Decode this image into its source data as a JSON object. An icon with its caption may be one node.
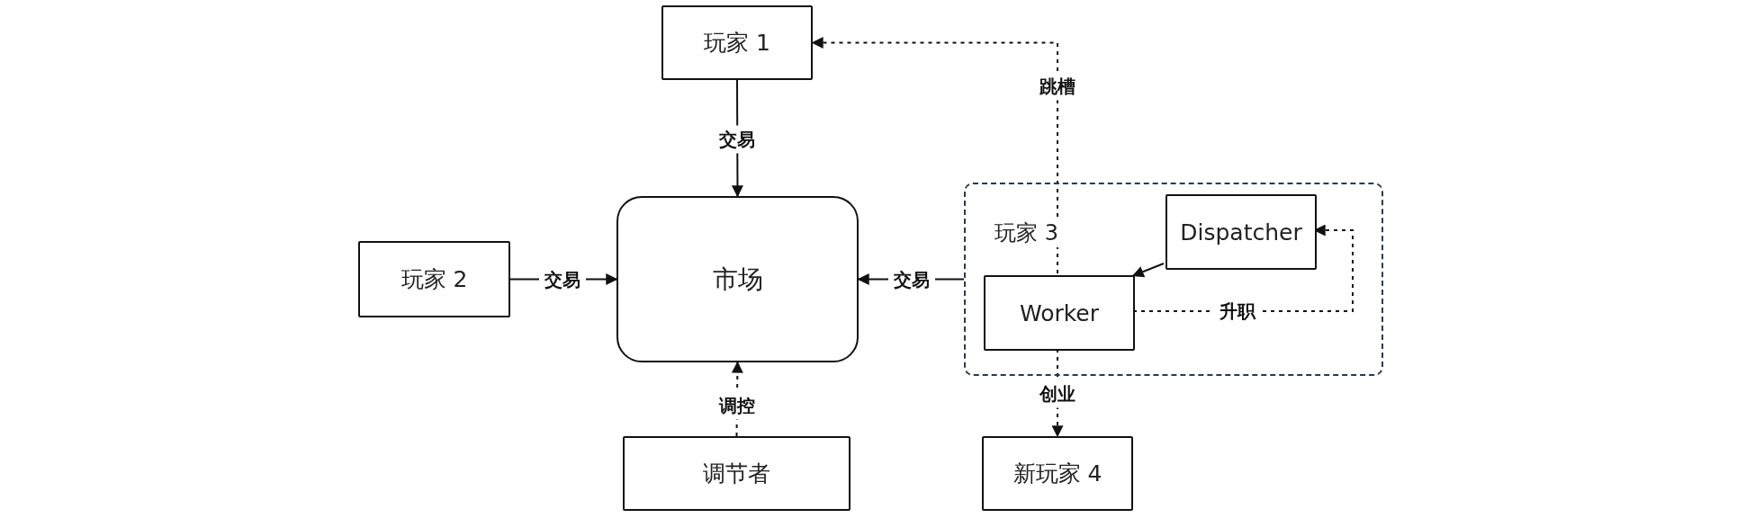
{
  "diagram": {
    "nodes": [
      {
        "text": [
          "玩家 1"
        ]
      },
      {
        "text": [
          "玩家 2"
        ]
      },
      {
        "text": [
          "市场"
        ]
      },
      {
        "text": [
          "玩家 3"
        ]
      },
      {
        "text": [
          "Dispatcher"
        ],
        "in": 3
      },
      {
        "text": [
          "Worker"
        ],
        "in": 3
      },
      {
        "text": [
          "调节者"
        ]
      },
      {
        "text": [
          "新玩家 4"
        ]
      }
    ],
    "edges": [
      {
        "from": 0,
        "to": 2,
        "arrow": "to",
        "label": "交易"
      },
      {
        "from": 1,
        "to": 2,
        "arrow": "to",
        "label": "交易"
      },
      {
        "from": 3,
        "to": 2,
        "arrow": "to",
        "label": "交易"
      },
      {
        "from": 6,
        "to": 2,
        "arrow": "to",
        "label": "调控",
        "style": "dashed"
      },
      {
        "from": 5,
        "to": 0,
        "arrow": "to",
        "label": "跳槽",
        "style": "dashed"
      },
      {
        "from": 4,
        "to": 5,
        "arrow": "to"
      },
      {
        "from": 5,
        "to": 4,
        "arrow": "to",
        "label": "升职",
        "style": "dashed"
      },
      {
        "from": 5,
        "to": 7,
        "arrow": "to",
        "label": "创业",
        "style": "dashed"
      }
    ]
  }
}
